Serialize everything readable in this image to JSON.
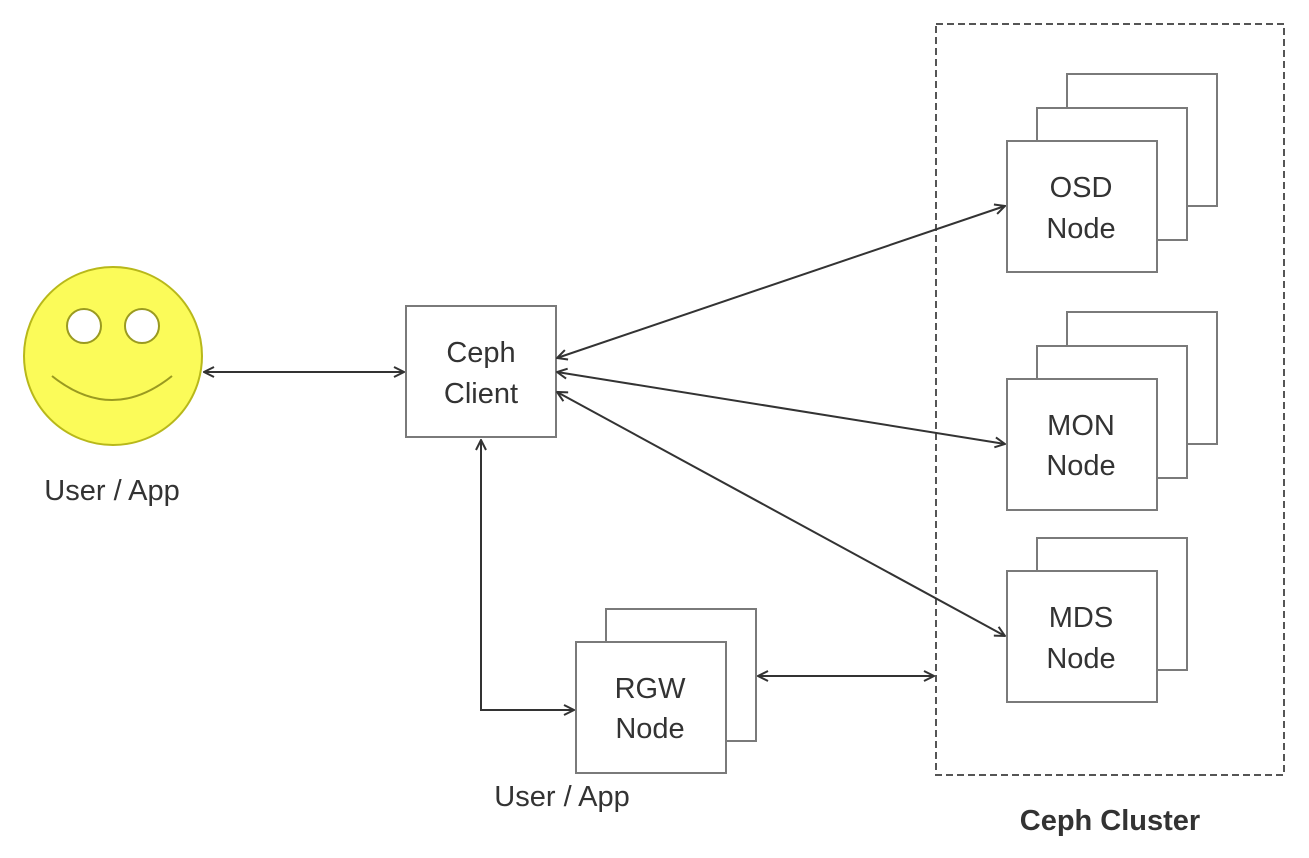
{
  "colors": {
    "face_fill": "#fbfb59",
    "face_stroke": "#b8b81a",
    "line": "#333333",
    "box_stroke": "#7a7a7a",
    "text": "#333333"
  },
  "user_app_left": {
    "icon": "smiley-face-icon",
    "label": "User / App"
  },
  "ceph_client": {
    "line1": "Ceph",
    "line2": "Client"
  },
  "rgw_node": {
    "line1": "RGW",
    "line2": "Node",
    "label_below": "User / App"
  },
  "cluster": {
    "title": "Ceph Cluster",
    "nodes": [
      {
        "line1": "OSD",
        "line2": "Node"
      },
      {
        "line1": "MON",
        "line2": "Node"
      },
      {
        "line1": "MDS",
        "line2": "Node"
      }
    ]
  }
}
